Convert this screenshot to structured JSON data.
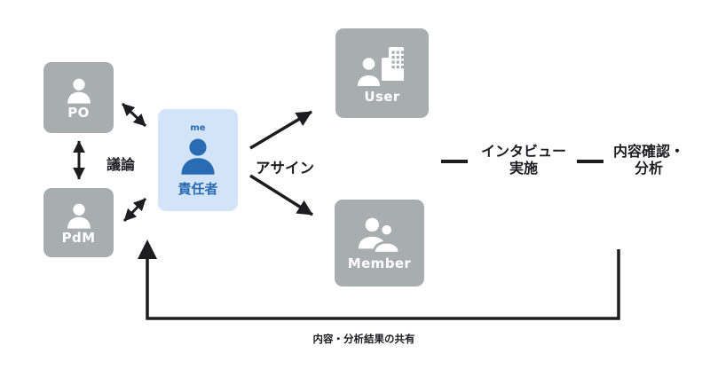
{
  "diagram_title": "interview-workflow-diagram",
  "colors": {
    "node_gray": "#a8adad",
    "accent_blue": "#2a6cb4",
    "card_blue_bg": "#d3e3f8",
    "arrow_black": "#1d1d1f",
    "icon_white": "#ffffff"
  },
  "nodes": {
    "po": {
      "label": "PO",
      "icon": "person-icon"
    },
    "pdm": {
      "label": "PdM",
      "icon": "person-icon"
    },
    "owner": {
      "label": "責任者",
      "tag": "me",
      "icon": "person-icon"
    },
    "user": {
      "label": "User",
      "icon": "person-building-icon"
    },
    "member": {
      "label": "Member",
      "icon": "people-icon"
    }
  },
  "labels": {
    "discussion": "議論",
    "assign": "アサイン",
    "share": "内容・分析結果の共有"
  },
  "steps": {
    "interview": {
      "line1": "インタビュー",
      "line2": "実施"
    },
    "analysis": {
      "line1": "内容確認・",
      "line2": "分析"
    }
  }
}
